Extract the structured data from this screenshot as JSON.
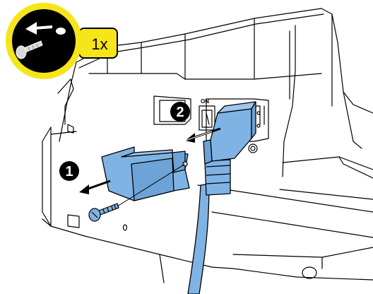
{
  "callout": {
    "quantity_label": "1x",
    "icon": "screw-removal-icon",
    "badge_color": "#f5e51a"
  },
  "steps": [
    {
      "number": "1",
      "icon": "step-number-circle"
    },
    {
      "number": "2",
      "icon": "step-number-circle"
    }
  ],
  "switch": {
    "on_label": "ON"
  },
  "colors": {
    "part_blue": "#7fb3e3",
    "outline": "#000000",
    "badge_yellow": "#f5e51a",
    "badge_black": "#000000"
  }
}
